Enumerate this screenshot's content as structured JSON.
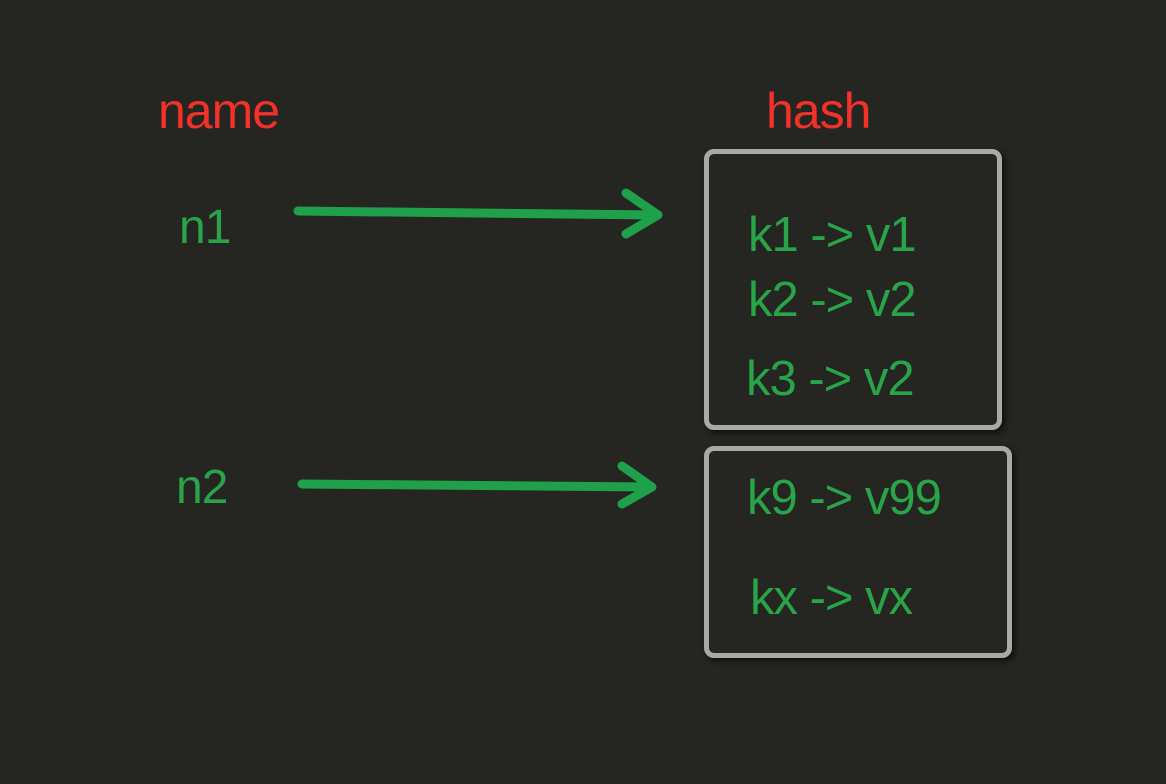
{
  "colors": {
    "background": "#252522",
    "header": "#f0322a",
    "text": "#29a449",
    "arrow": "#1fa04a",
    "box_border": "#a9a9a9"
  },
  "headers": {
    "name": "name",
    "hash": "hash"
  },
  "names": [
    "n1",
    "n2"
  ],
  "hash_boxes": [
    {
      "entries": [
        "k1 -> v1",
        "k2 -> v2",
        "k3 -> v2"
      ]
    },
    {
      "entries": [
        "k9 -> v99",
        "kx -> vx"
      ]
    }
  ]
}
